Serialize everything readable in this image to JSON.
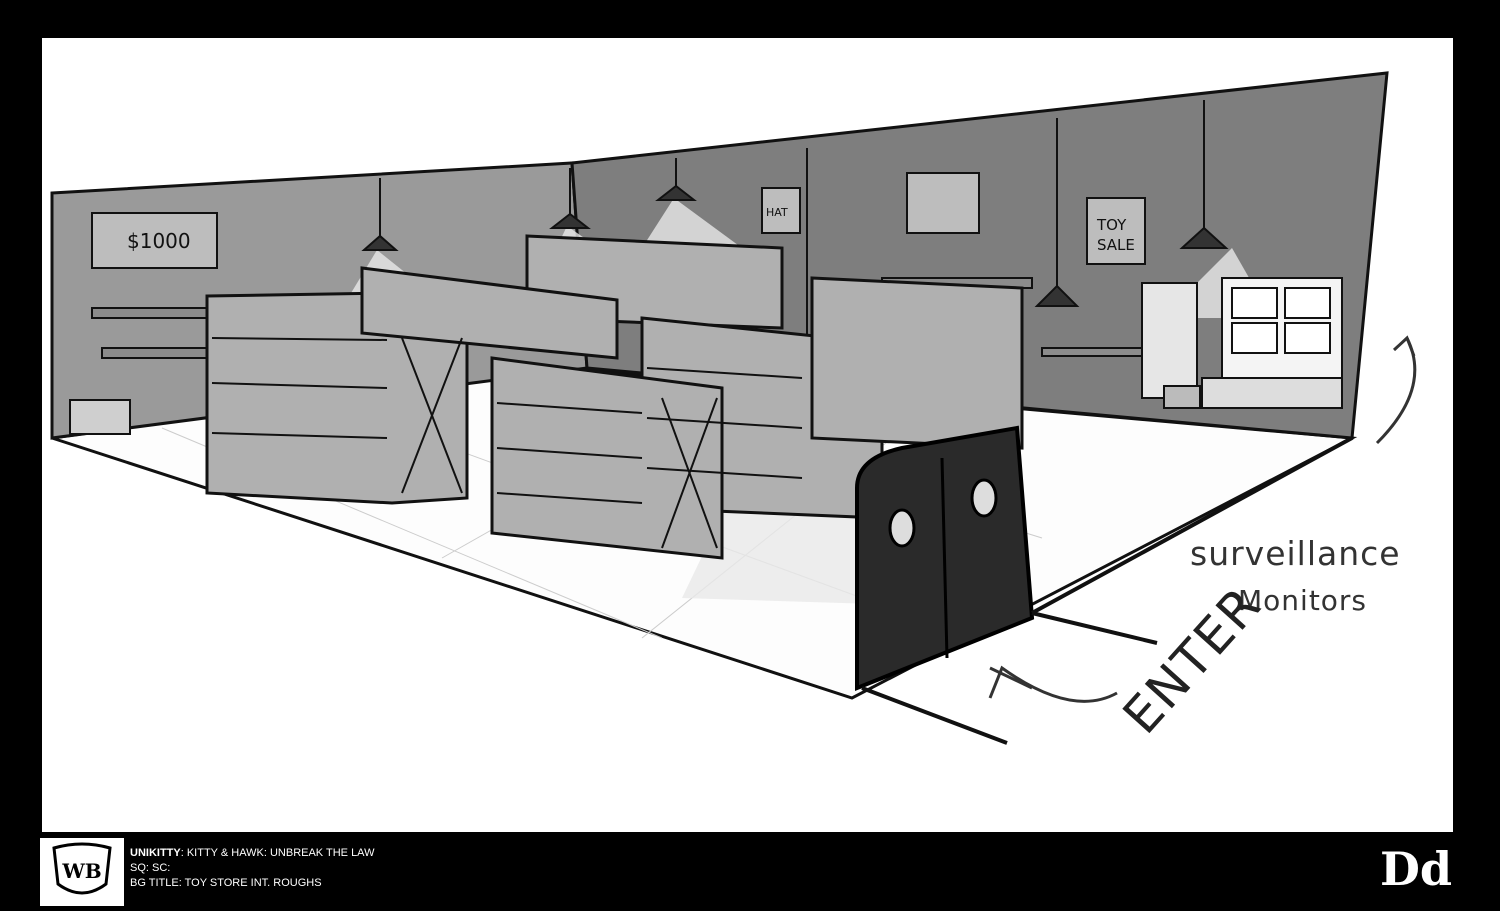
{
  "notes": {
    "surveillance": "surveillance",
    "monitors": "Monitors",
    "enter": "ENTER"
  },
  "wall_signs": {
    "price": "$1000",
    "toy_sale_line1": "TOY",
    "toy_sale_line2": "SALE",
    "hat": "HAT"
  },
  "footer": {
    "title_bold": "UNIKITTY",
    "title_rest": ": KITTY & HAWK: UNBREAK THE LAW",
    "sq_sc": "SQ:   SC:",
    "bg_title": "BG TITLE: TOY STORE INT. ROUGHS",
    "artist_mark": "Dd",
    "logo_text": "WB"
  },
  "colors": {
    "left_wall": "#9a9a9a",
    "back_wall": "#7e7e7e",
    "floor": "#ffffff",
    "shelf": "#b0b0b0",
    "door": "#2a2a2a"
  }
}
